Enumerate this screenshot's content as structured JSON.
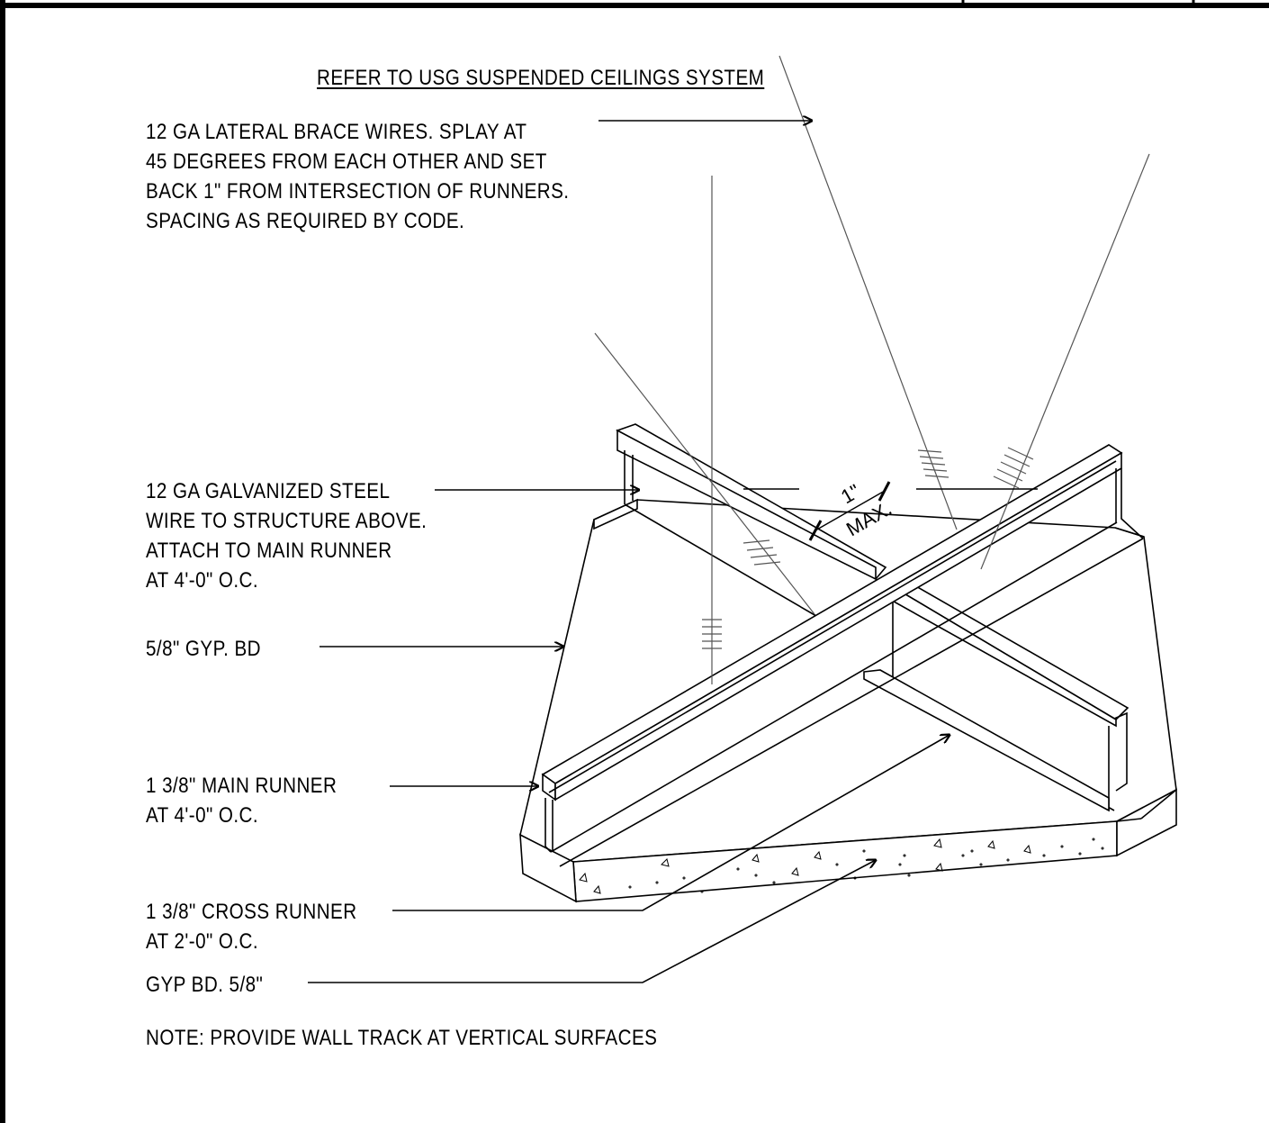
{
  "detail": {
    "reference": "REFER TO USG SUSPENDED CEILINGS SYSTEM",
    "callouts": {
      "lateral_brace": [
        "12 GA LATERAL BRACE WIRES. SPLAY AT",
        "45 DEGREES FROM EACH OTHER AND SET",
        "BACK 1\" FROM INTERSECTION OF RUNNERS.",
        "SPACING AS  REQUIRED BY CODE."
      ],
      "hanger_wire": [
        "12 GA GALVANIZED STEEL",
        "WIRE TO STRUCTURE ABOVE.",
        "ATTACH TO MAIN RUNNER",
        "AT 4'-0\" O.C."
      ],
      "gyp_board_top": [
        "5/8\"   GYP. BD"
      ],
      "main_runner": [
        "1 3/8\" MAIN RUNNER",
        "AT 4'-0\" O.C."
      ],
      "cross_runner": [
        "1 3/8\" CROSS RUNNER",
        "AT 2'-0\" O.C."
      ],
      "gyp_board_bottom": [
        "GYP BD. 5/8\""
      ]
    },
    "note": "NOTE: PROVIDE WALL TRACK AT VERTICAL SURFACES",
    "dimension": {
      "value": "1\"",
      "qualifier": "MAX."
    }
  }
}
